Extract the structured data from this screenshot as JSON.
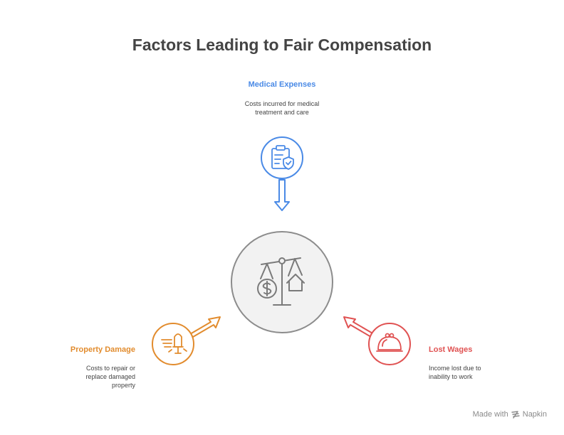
{
  "title": "Factors Leading to Fair Compensation",
  "center": {
    "icon": "balance-scale-icon"
  },
  "factors": {
    "medical": {
      "heading": "Medical Expenses",
      "description": "Costs incurred for medical treatment and care",
      "color": "#4A8AE6",
      "icon": "clipboard-shield-icon"
    },
    "property": {
      "heading": "Property Damage",
      "description": "Costs to repair or replace damaged property",
      "color": "#E28C2E",
      "icon": "broken-property-icon"
    },
    "wages": {
      "heading": "Lost Wages",
      "description": "Income lost due to inability to work",
      "color": "#E05252",
      "icon": "wallet-icon"
    }
  },
  "credit": {
    "text": "Made with",
    "brand": "Napkin"
  }
}
